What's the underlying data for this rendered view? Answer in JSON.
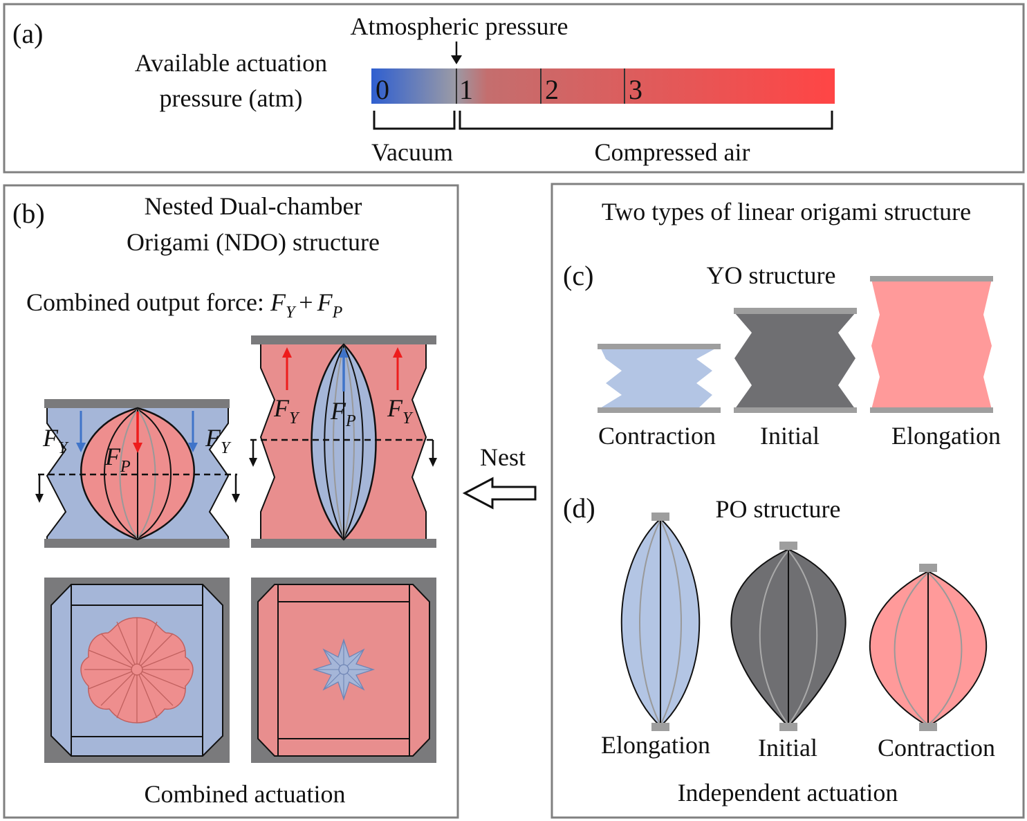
{
  "colors": {
    "blue": "#b3c5e4",
    "blue_fill_b": "#a5b6d8",
    "red": "#ff9a9a",
    "red_fill_b": "#e88e8e",
    "gray": "#6f6f72",
    "bar_gray": "#8b8b8e",
    "plate_gray": "#9e9e9e",
    "frame_gray": "#808080",
    "arrow_red": "#ee1c1c",
    "arrow_blue": "#3f74c9"
  },
  "panel_a": {
    "label": "(a)",
    "atm_label": "Atmospheric pressure",
    "axis_label_1": "Available actuation",
    "axis_label_2": "pressure (atm)",
    "ticks": [
      "0",
      "1",
      "2",
      "3"
    ],
    "vacuum": "Vacuum",
    "compressed": "Compressed air"
  },
  "panel_b": {
    "label": "(b)",
    "title_1": "Nested Dual-chamber",
    "title_2": "Origami (NDO) structure",
    "combined_prefix": "Combined output force: ",
    "f_main": "F",
    "sub_y": "Y",
    "sub_p": "P",
    "plus": "+",
    "caption": "Combined actuation"
  },
  "nest_label": "Nest",
  "panel_cd": {
    "title": "Two types of linear origami structure",
    "c_label": "(c)",
    "c_title": "YO structure",
    "c_states": [
      "Contraction",
      "Initial",
      "Elongation"
    ],
    "d_label": "(d)",
    "d_title": "PO structure",
    "d_states": [
      "Elongation",
      "Initial",
      "Contraction"
    ],
    "caption": "Independent actuation"
  }
}
